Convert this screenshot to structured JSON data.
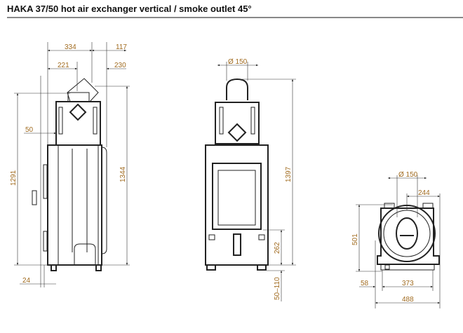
{
  "title": "HAKA 37/50 hot air exchanger vertical / smoke outlet 45°",
  "side_view": {
    "dims": {
      "top_width": "334",
      "top_offset": "117",
      "outlet_pos": "221",
      "outlet_offset": "230",
      "height_left": "1291",
      "height_right": "1344",
      "side_gap": "50",
      "bottom_gap": "24"
    }
  },
  "front_view": {
    "dims": {
      "outlet_diameter": "Ø 150",
      "total_height": "1397",
      "base_height": "262",
      "feet_adjust": "50–110"
    }
  },
  "top_view": {
    "dims": {
      "outlet_diameter": "Ø 150",
      "outlet_offset": "244",
      "depth": "501",
      "left_gap": "58",
      "inner_width": "373",
      "total_width": "488"
    }
  },
  "colors": {
    "dimension_text": "#a06a1e",
    "line": "#222222"
  }
}
